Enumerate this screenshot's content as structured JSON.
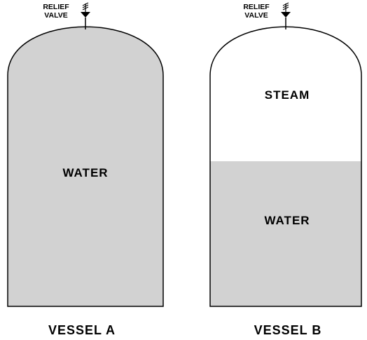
{
  "colors": {
    "water": "#d2d2d2",
    "steam": "#ffffff",
    "outline": "#000000",
    "background": "#ffffff"
  },
  "vessel_a": {
    "label": "VESSEL A",
    "valve_label_line1": "RELIEF",
    "valve_label_line2": "VALVE",
    "content_label": "WATER",
    "water_fill_fraction": 1.0
  },
  "vessel_b": {
    "label": "VESSEL B",
    "valve_label_line1": "RELIEF",
    "valve_label_line2": "VALVE",
    "steam_label": "STEAM",
    "water_label": "WATER",
    "water_fill_fraction": 0.54
  }
}
